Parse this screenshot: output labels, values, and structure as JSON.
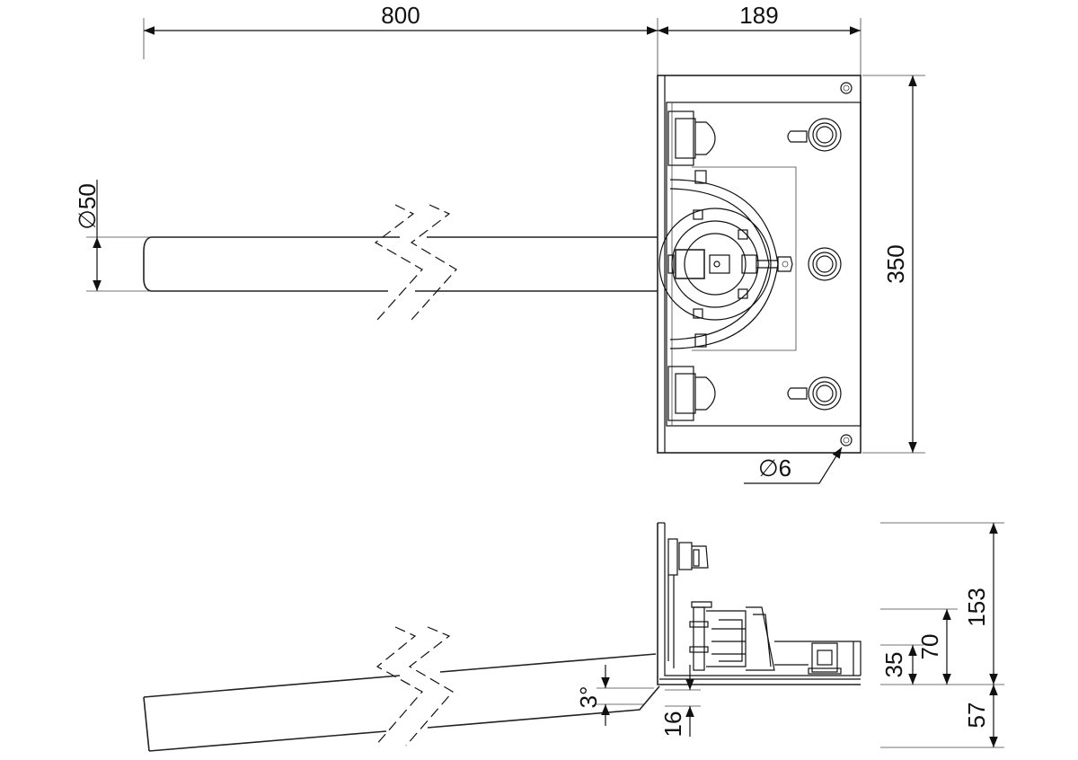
{
  "dimensions": {
    "top_length": "800",
    "top_width": "189",
    "height_plan": "350",
    "rod_diameter": "50",
    "hole_diameter": "6",
    "side_total": "153",
    "side_mid": "70",
    "side_low": "35",
    "side_base": "57",
    "angle": "3°",
    "thickness": "16",
    "diameter_symbol": "∅"
  }
}
